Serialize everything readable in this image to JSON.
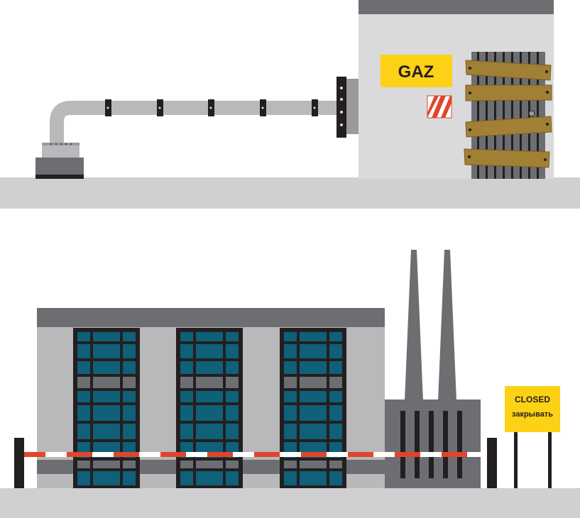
{
  "top_scene": {
    "gas_sign": {
      "label": "GAZ"
    }
  },
  "bottom_scene": {
    "closed_sign": {
      "line1": "CLOSED",
      "line2": "закрывать"
    }
  },
  "colors": {
    "ground": "#d0d0d2",
    "wall_light": "#dadadc",
    "wall_mid": "#b9b9bb",
    "dark_gray": "#6d6e71",
    "near_black": "#231f20",
    "window_teal": "#0f6079",
    "sign_yellow": "#fcd116",
    "wood_brown": "#a17f35",
    "barrier_red": "#e0452b"
  }
}
